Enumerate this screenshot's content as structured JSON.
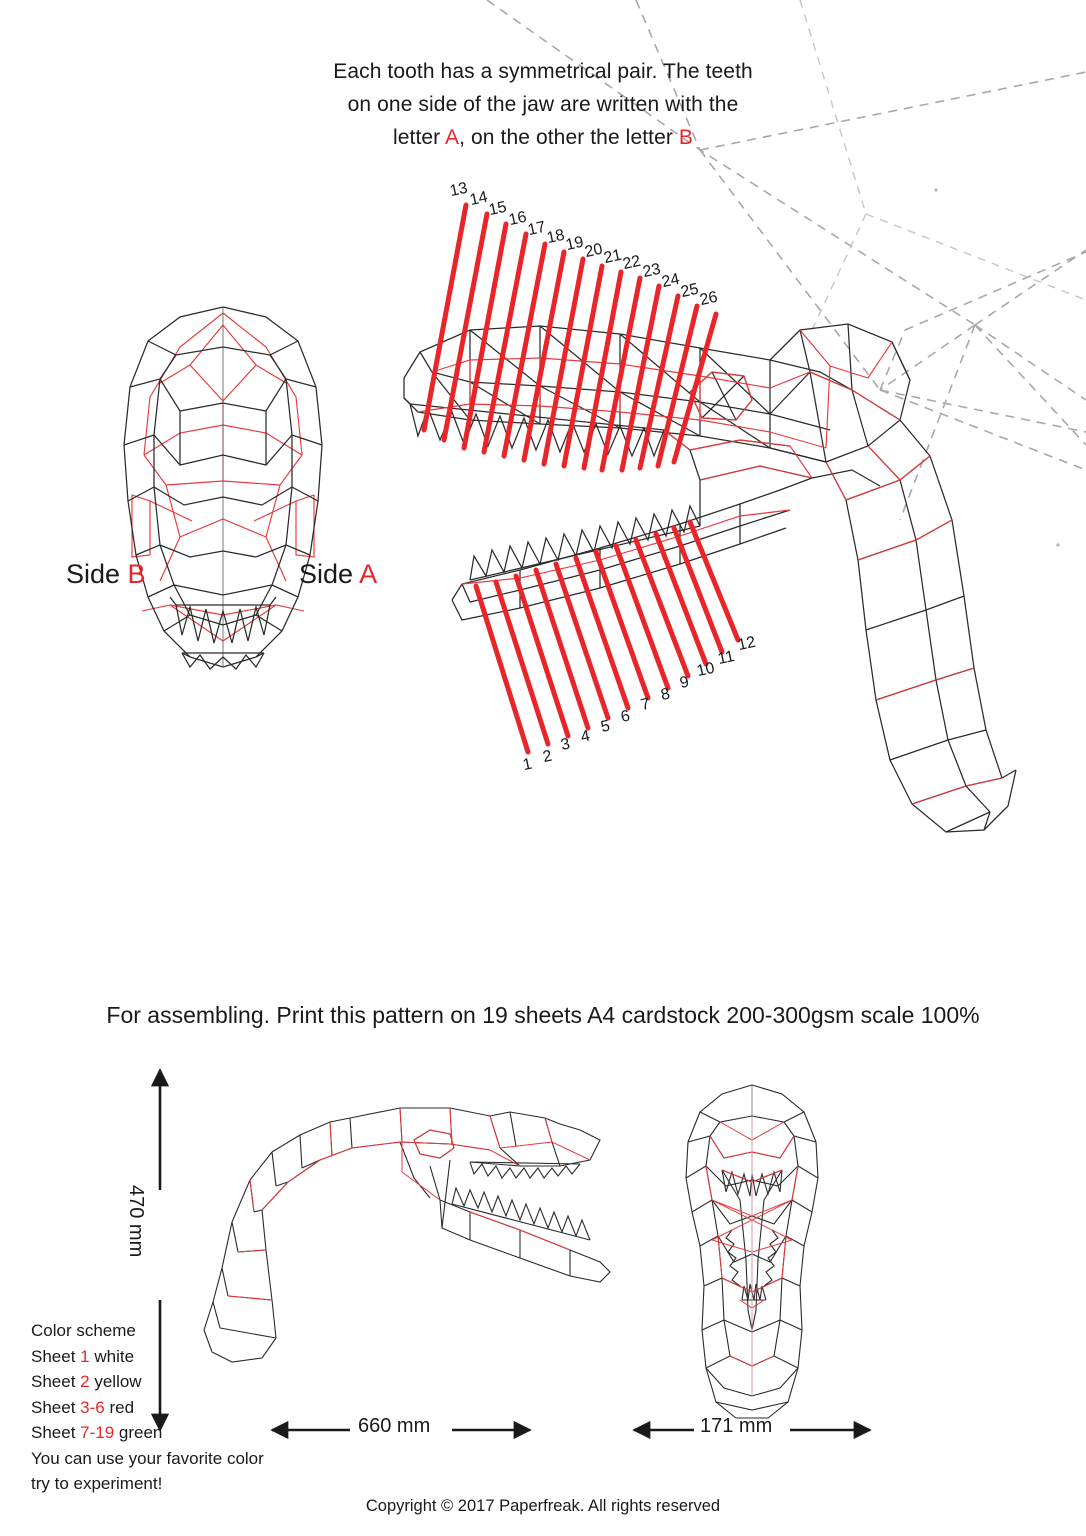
{
  "header": {
    "line1": "Each tooth has a symmetrical pair. The teeth",
    "line2": "on one side of the jaw are written with the",
    "line3_a": "letter ",
    "line3_letter_a": "A",
    "line3_b": ", on the other the letter ",
    "line3_letter_b": "B"
  },
  "side_labels": {
    "left_prefix": "Side ",
    "left_letter": "B",
    "right_prefix": "Side ",
    "right_letter": "A"
  },
  "assembly_note": "For assembling. Print this pattern on 19 sheets A4 cardstock 200-300gsm scale 100%",
  "copyright": "Copyright © 2017 Paperfreak. All rights reserved",
  "color_scheme": {
    "title": "Color scheme",
    "rows": [
      {
        "prefix": "Sheet ",
        "num": "1",
        "suffix": " white"
      },
      {
        "prefix": "Sheet ",
        "num": "2",
        "suffix": " yellow"
      },
      {
        "prefix": "Sheet ",
        "num": "3-6",
        "suffix": " red"
      },
      {
        "prefix": "Sheet ",
        "num": "7-19",
        "suffix": " green"
      }
    ],
    "note1": "You can use your favorite color",
    "note2": "try to experiment!"
  },
  "dimensions": {
    "height": "470 mm",
    "width_side": "660 mm",
    "width_front": "171 mm"
  },
  "teeth": {
    "upper_numbers": [
      "13",
      "14",
      "15",
      "16",
      "17",
      "18",
      "19",
      "20",
      "21",
      "22",
      "23",
      "24",
      "25",
      "26"
    ],
    "lower_numbers": [
      "1",
      "2",
      "3",
      "4",
      "5",
      "6",
      "7",
      "8",
      "9",
      "10",
      "11",
      "12"
    ]
  },
  "colors": {
    "accent_red": "#e8262a",
    "fold_red": "#e8393c",
    "cut_black": "#2b2b2b",
    "guide_gray": "#9a9a9a",
    "text": "#1a1a1a",
    "background": "#ffffff"
  },
  "figures": {
    "front_view_top": "t-rex-skull-front-view",
    "side_view_main": "t-rex-skull-side-view-labeled",
    "side_view_bottom": "t-rex-skull-side-view-small",
    "front_view_bottom": "t-rex-skull-front-view-small"
  }
}
